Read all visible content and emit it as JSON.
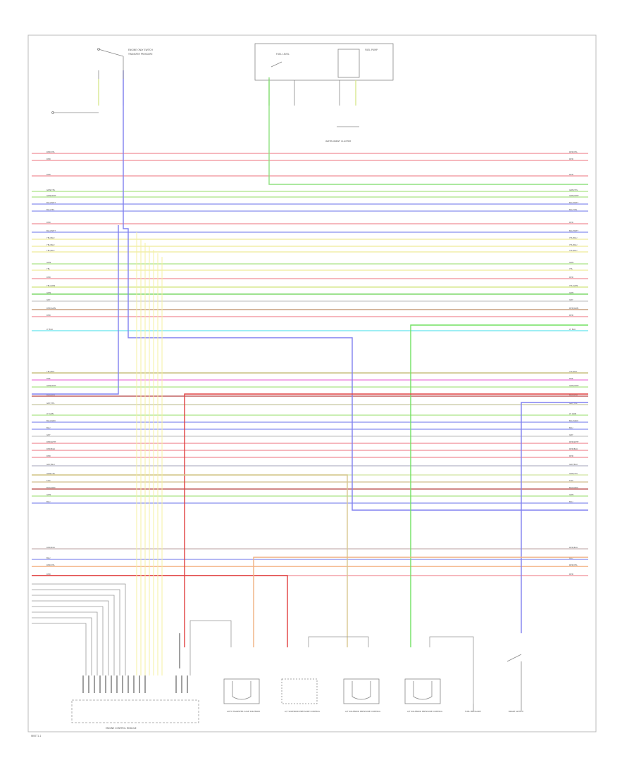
{
  "figure_ref": "W0071-1",
  "top_left_switch_labels": [
    "ENGINE ONLY SWITCH",
    "TRANSFER PRESSURE"
  ],
  "top_center_box_labels": [
    "FUEL LEVEL",
    "FUEL PUMP"
  ],
  "center_top_label": "INSTRUMENT CLUSTER",
  "bottom_connector_label": "ENGINE CONTROL MODULE",
  "bottom_components": [
    "AUTO TRANSFER CASE SOLENOID",
    "A/T SOLENOID PRESSURE CONTROL",
    "A/T SOLENOID PRESSURE CONTROL",
    "A/T SOLENOID PRESSURE CONTROL",
    "FUEL PRESSURE",
    "BRAKE SWITCH"
  ],
  "wires": [
    {
      "label": "RED/YEL",
      "color": "#f4a0a8"
    },
    {
      "label": "RED",
      "color": "#f4a0a8"
    },
    {
      "label": "RED",
      "color": "#f4a0a8"
    },
    {
      "label": "GRN/YEL",
      "color": "#b8e89a"
    },
    {
      "label": "GRN/WHT",
      "color": "#b8e89a"
    },
    {
      "label": "BLU/WHT",
      "color": "#9ca0f0"
    },
    {
      "label": "BLU/YEL",
      "color": "#9ca0f0"
    },
    {
      "label": "RED",
      "color": "#f4a0a8"
    },
    {
      "label": "BLU/WHT",
      "color": "#9ca0f0"
    },
    {
      "label": "YEL/BLU",
      "color": "#f2eeaa"
    },
    {
      "label": "YEL/BLU",
      "color": "#f2eeaa"
    },
    {
      "label": "YEL/BLU",
      "color": "#f2eeaa"
    },
    {
      "label": "GRN",
      "color": "#b8e89a"
    },
    {
      "label": "YEL",
      "color": "#f2eeaa"
    },
    {
      "label": "RED",
      "color": "#f4a0a8"
    },
    {
      "label": "YEL/GRN",
      "color": "#d8e890"
    },
    {
      "label": "GRN",
      "color": "#7ed86a"
    },
    {
      "label": "GRY",
      "color": "#d0d0d0"
    },
    {
      "label": "RED/GRN",
      "color": "#c8a080"
    },
    {
      "label": "RED",
      "color": "#f4a0a8"
    },
    {
      "label": "LT BLU",
      "color": "#7ee8f0"
    },
    {
      "label": "YEL/BLK",
      "color": "#c8c080"
    },
    {
      "label": "PNK",
      "color": "#f090e0"
    },
    {
      "label": "GRN/WHT",
      "color": "#b8e89a"
    },
    {
      "label": "BLK/RED",
      "color": "#c06060"
    },
    {
      "label": "GRY/YEL",
      "color": "#d0d0b0"
    },
    {
      "label": "LT GRN",
      "color": "#b8e89a"
    },
    {
      "label": "BLU/GRN",
      "color": "#9ca0f0"
    },
    {
      "label": "BLU",
      "color": "#9ca0f0"
    },
    {
      "label": "GRY",
      "color": "#d0d0d0"
    },
    {
      "label": "RED/WHT",
      "color": "#f4a0a8"
    },
    {
      "label": "RED/BLU",
      "color": "#f4a0a8"
    },
    {
      "label": "RED",
      "color": "#f4a0a8"
    },
    {
      "label": "GRY/BLU",
      "color": "#c0c0d0"
    },
    {
      "label": "GRN/YEL",
      "color": "#d8e8b0"
    },
    {
      "label": "TAN",
      "color": "#d8c8a0"
    },
    {
      "label": "BLK/GRN",
      "color": "#c06060"
    },
    {
      "label": "GRN",
      "color": "#b8e89a"
    },
    {
      "label": "BLU",
      "color": "#9ca0f0"
    },
    {
      "label": "RED/BLU",
      "color": "#d0c0c0"
    },
    {
      "label": "BLU",
      "color": "#9ca0f0"
    },
    {
      "label": "RED/YEL",
      "color": "#f4b080"
    },
    {
      "label": "RED",
      "color": "#f4a0a8"
    }
  ]
}
